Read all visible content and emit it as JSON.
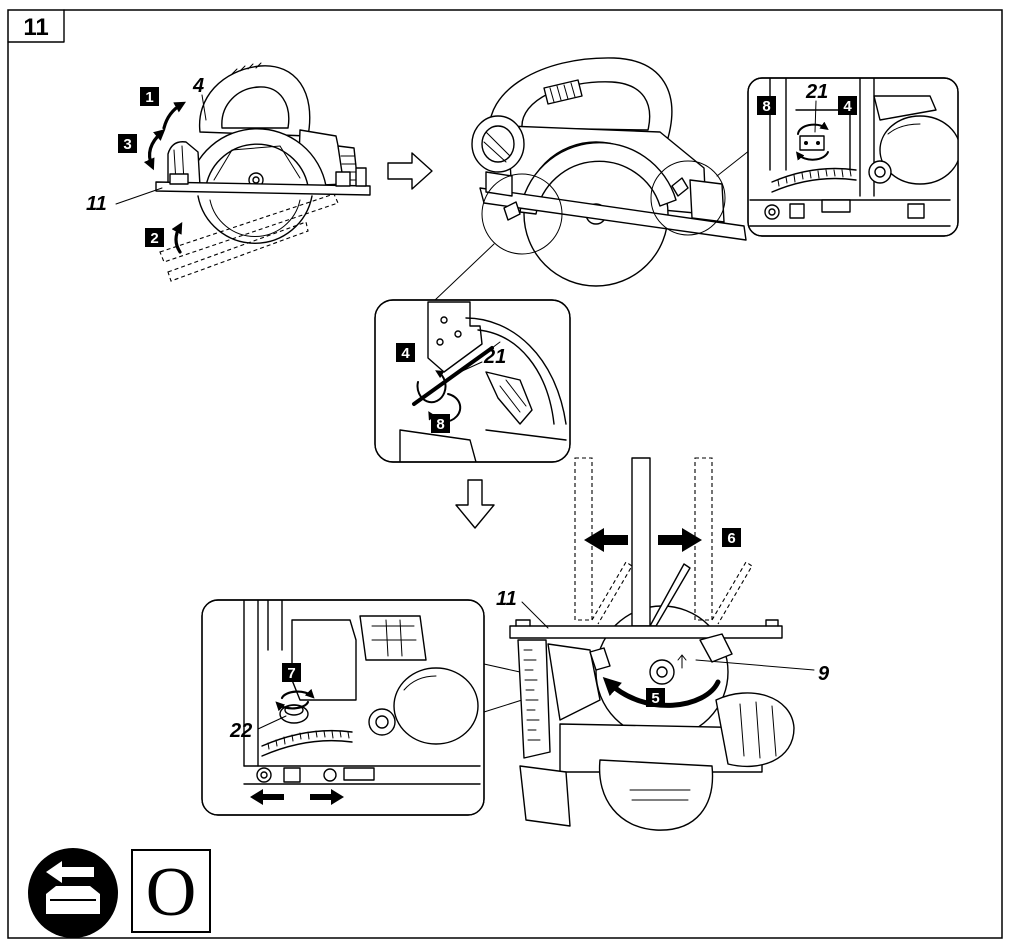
{
  "figure_number": "11",
  "side_view": {
    "step_1": "1",
    "step_3": "3",
    "step_2": "2",
    "part_4": "4",
    "part_11": "11"
  },
  "top_right_detail": {
    "step_8": "8",
    "step_4": "4",
    "part_21": "21"
  },
  "middle_detail": {
    "step_4": "4",
    "step_8": "8",
    "part_21": "21"
  },
  "front_view": {
    "part_11": "11",
    "step_6": "6",
    "step_5": "5",
    "part_9": "9"
  },
  "bottom_left_detail": {
    "step_7": "7",
    "part_22": "22"
  },
  "symbols": {
    "battery_icon": "battery-removal-icon",
    "o_mark": "O"
  },
  "colors": {
    "ink": "#000000",
    "paper": "#ffffff"
  }
}
